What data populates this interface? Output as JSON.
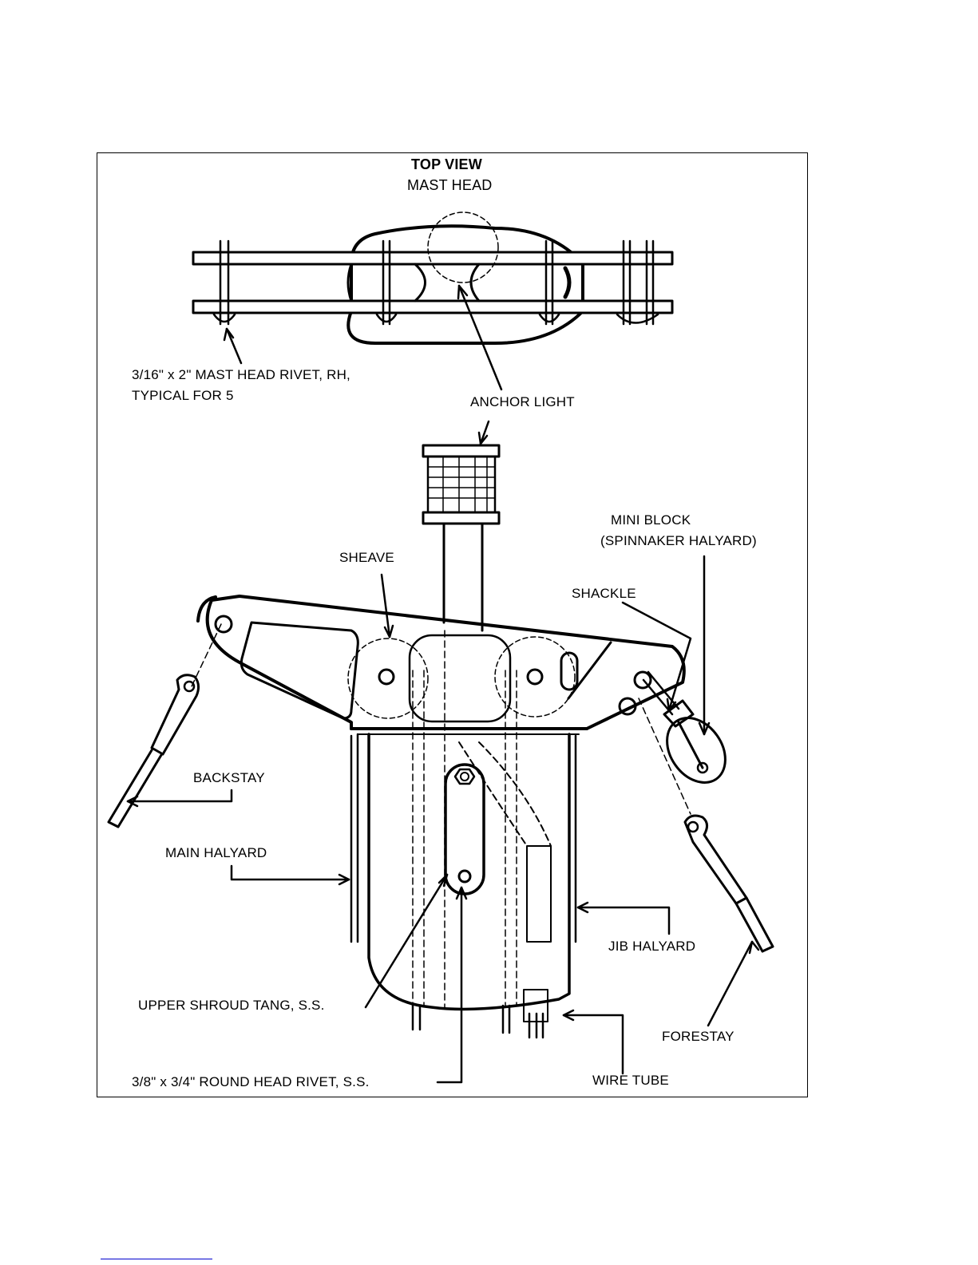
{
  "diagram": {
    "title": "TOP VIEW",
    "subtitle": "MAST HEAD",
    "labels": {
      "rivet_mast_head_line1": "3/16\" x 2\" MAST HEAD RIVET, RH,",
      "rivet_mast_head_line2": "TYPICAL FOR 5",
      "anchor_light": "ANCHOR LIGHT",
      "mini_block_line1": "MINI BLOCK",
      "mini_block_line2": "(SPINNAKER HALYARD)",
      "sheave": "SHEAVE",
      "shackle": "SHACKLE",
      "backstay": "BACKSTAY",
      "main_halyard": "MAIN HALYARD",
      "jib_halyard": "JIB HALYARD",
      "forestay": "FORESTAY",
      "upper_shroud_tang": "UPPER SHROUD TANG, S.S.",
      "round_head_rivet": "3/8\" x 3/4\" ROUND HEAD RIVET, S.S.",
      "wire_tube": "WIRE TUBE"
    },
    "colors": {
      "ink": "#000000",
      "paper": "#ffffff",
      "footer_rule": "#0000cc"
    }
  }
}
